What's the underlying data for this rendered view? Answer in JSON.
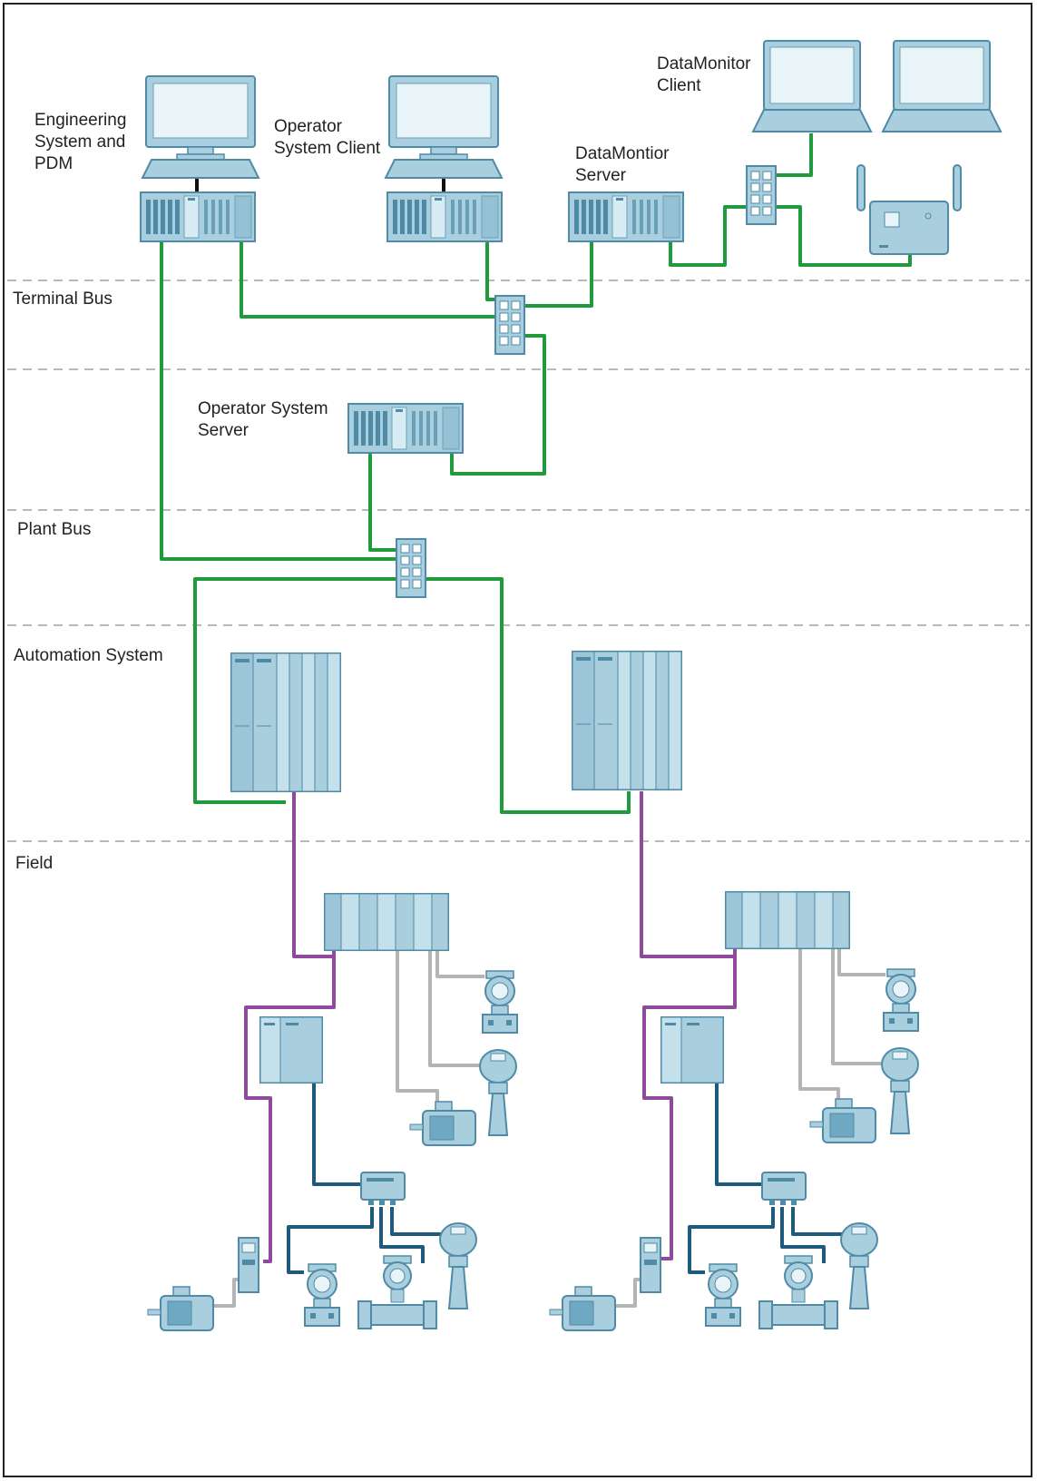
{
  "zones": {
    "terminal_bus": "Terminal Bus",
    "plant_bus": "Plant  Bus",
    "automation_system": "Automation System",
    "field": "Field"
  },
  "nodes": {
    "engineering_system": "Engineering\nSystem and\nPDM",
    "operator_system_client": "Operator\nSystem Client",
    "datamonitor_server": "DataMontior\nServer",
    "datamonitor_client": "DataMonitor\nClient",
    "operator_system_server": "Operator System\nServer"
  },
  "colors": {
    "ethernet": "#1f9a3c",
    "profibus": "#8f4aa0",
    "fieldbus": "#1d5a7c",
    "wired": "#b4b4b4",
    "device_fill": "#a9cfdf",
    "device_stroke": "#4f8aa6",
    "zone_divider": "#a0a0a0"
  },
  "icons": [
    "workstation-icon",
    "server-rack-icon",
    "network-switch-icon",
    "laptop-icon",
    "wireless-router-icon",
    "plc-controller-icon",
    "distributed-io-icon",
    "pressure-transmitter-icon",
    "radar-level-icon",
    "motor-icon",
    "flow-meter-icon",
    "coupler-icon",
    "drive-icon"
  ]
}
